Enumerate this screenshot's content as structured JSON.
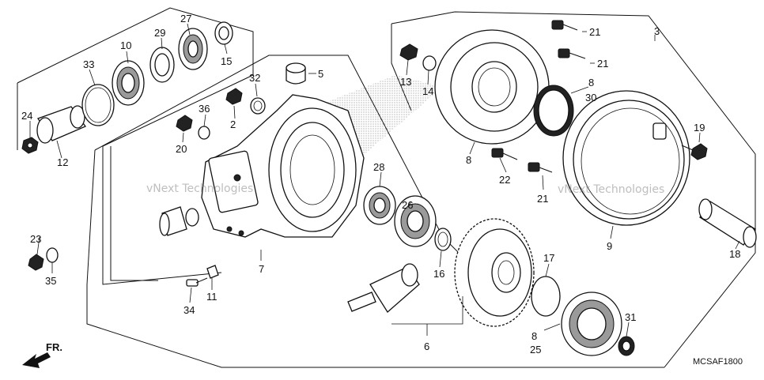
{
  "diagram": {
    "code": "MCSAF1800",
    "direction_label": "FR.",
    "watermarks": [
      "vNext Technologies",
      "vNext Technologies"
    ],
    "parts": [
      {
        "id": "p3",
        "label": "3"
      },
      {
        "id": "p5",
        "label": "5"
      },
      {
        "id": "p6",
        "label": "6"
      },
      {
        "id": "p7",
        "label": "7"
      },
      {
        "id": "p8a",
        "label": "8"
      },
      {
        "id": "p8b",
        "label": "8"
      },
      {
        "id": "p8c",
        "label": "8"
      },
      {
        "id": "p9",
        "label": "9"
      },
      {
        "id": "p10",
        "label": "10"
      },
      {
        "id": "p11",
        "label": "11"
      },
      {
        "id": "p12",
        "label": "12"
      },
      {
        "id": "p13",
        "label": "13"
      },
      {
        "id": "p14",
        "label": "14"
      },
      {
        "id": "p15",
        "label": "15"
      },
      {
        "id": "p16",
        "label": "16"
      },
      {
        "id": "p17",
        "label": "17"
      },
      {
        "id": "p18",
        "label": "18"
      },
      {
        "id": "p19",
        "label": "19"
      },
      {
        "id": "p2",
        "label": "2"
      },
      {
        "id": "p20",
        "label": "20"
      },
      {
        "id": "p21a",
        "label": "21"
      },
      {
        "id": "p21b",
        "label": "21"
      },
      {
        "id": "p21c",
        "label": "21"
      },
      {
        "id": "p22",
        "label": "22"
      },
      {
        "id": "p23",
        "label": "23"
      },
      {
        "id": "p24",
        "label": "24"
      },
      {
        "id": "p25",
        "label": "25"
      },
      {
        "id": "p26",
        "label": "26"
      },
      {
        "id": "p27",
        "label": "27"
      },
      {
        "id": "p28",
        "label": "28"
      },
      {
        "id": "p29",
        "label": "29"
      },
      {
        "id": "p30",
        "label": "30"
      },
      {
        "id": "p31",
        "label": "31"
      },
      {
        "id": "p32",
        "label": "32"
      },
      {
        "id": "p33",
        "label": "33"
      },
      {
        "id": "p34",
        "label": "34"
      },
      {
        "id": "p35",
        "label": "35"
      },
      {
        "id": "p36",
        "label": "36"
      }
    ]
  }
}
